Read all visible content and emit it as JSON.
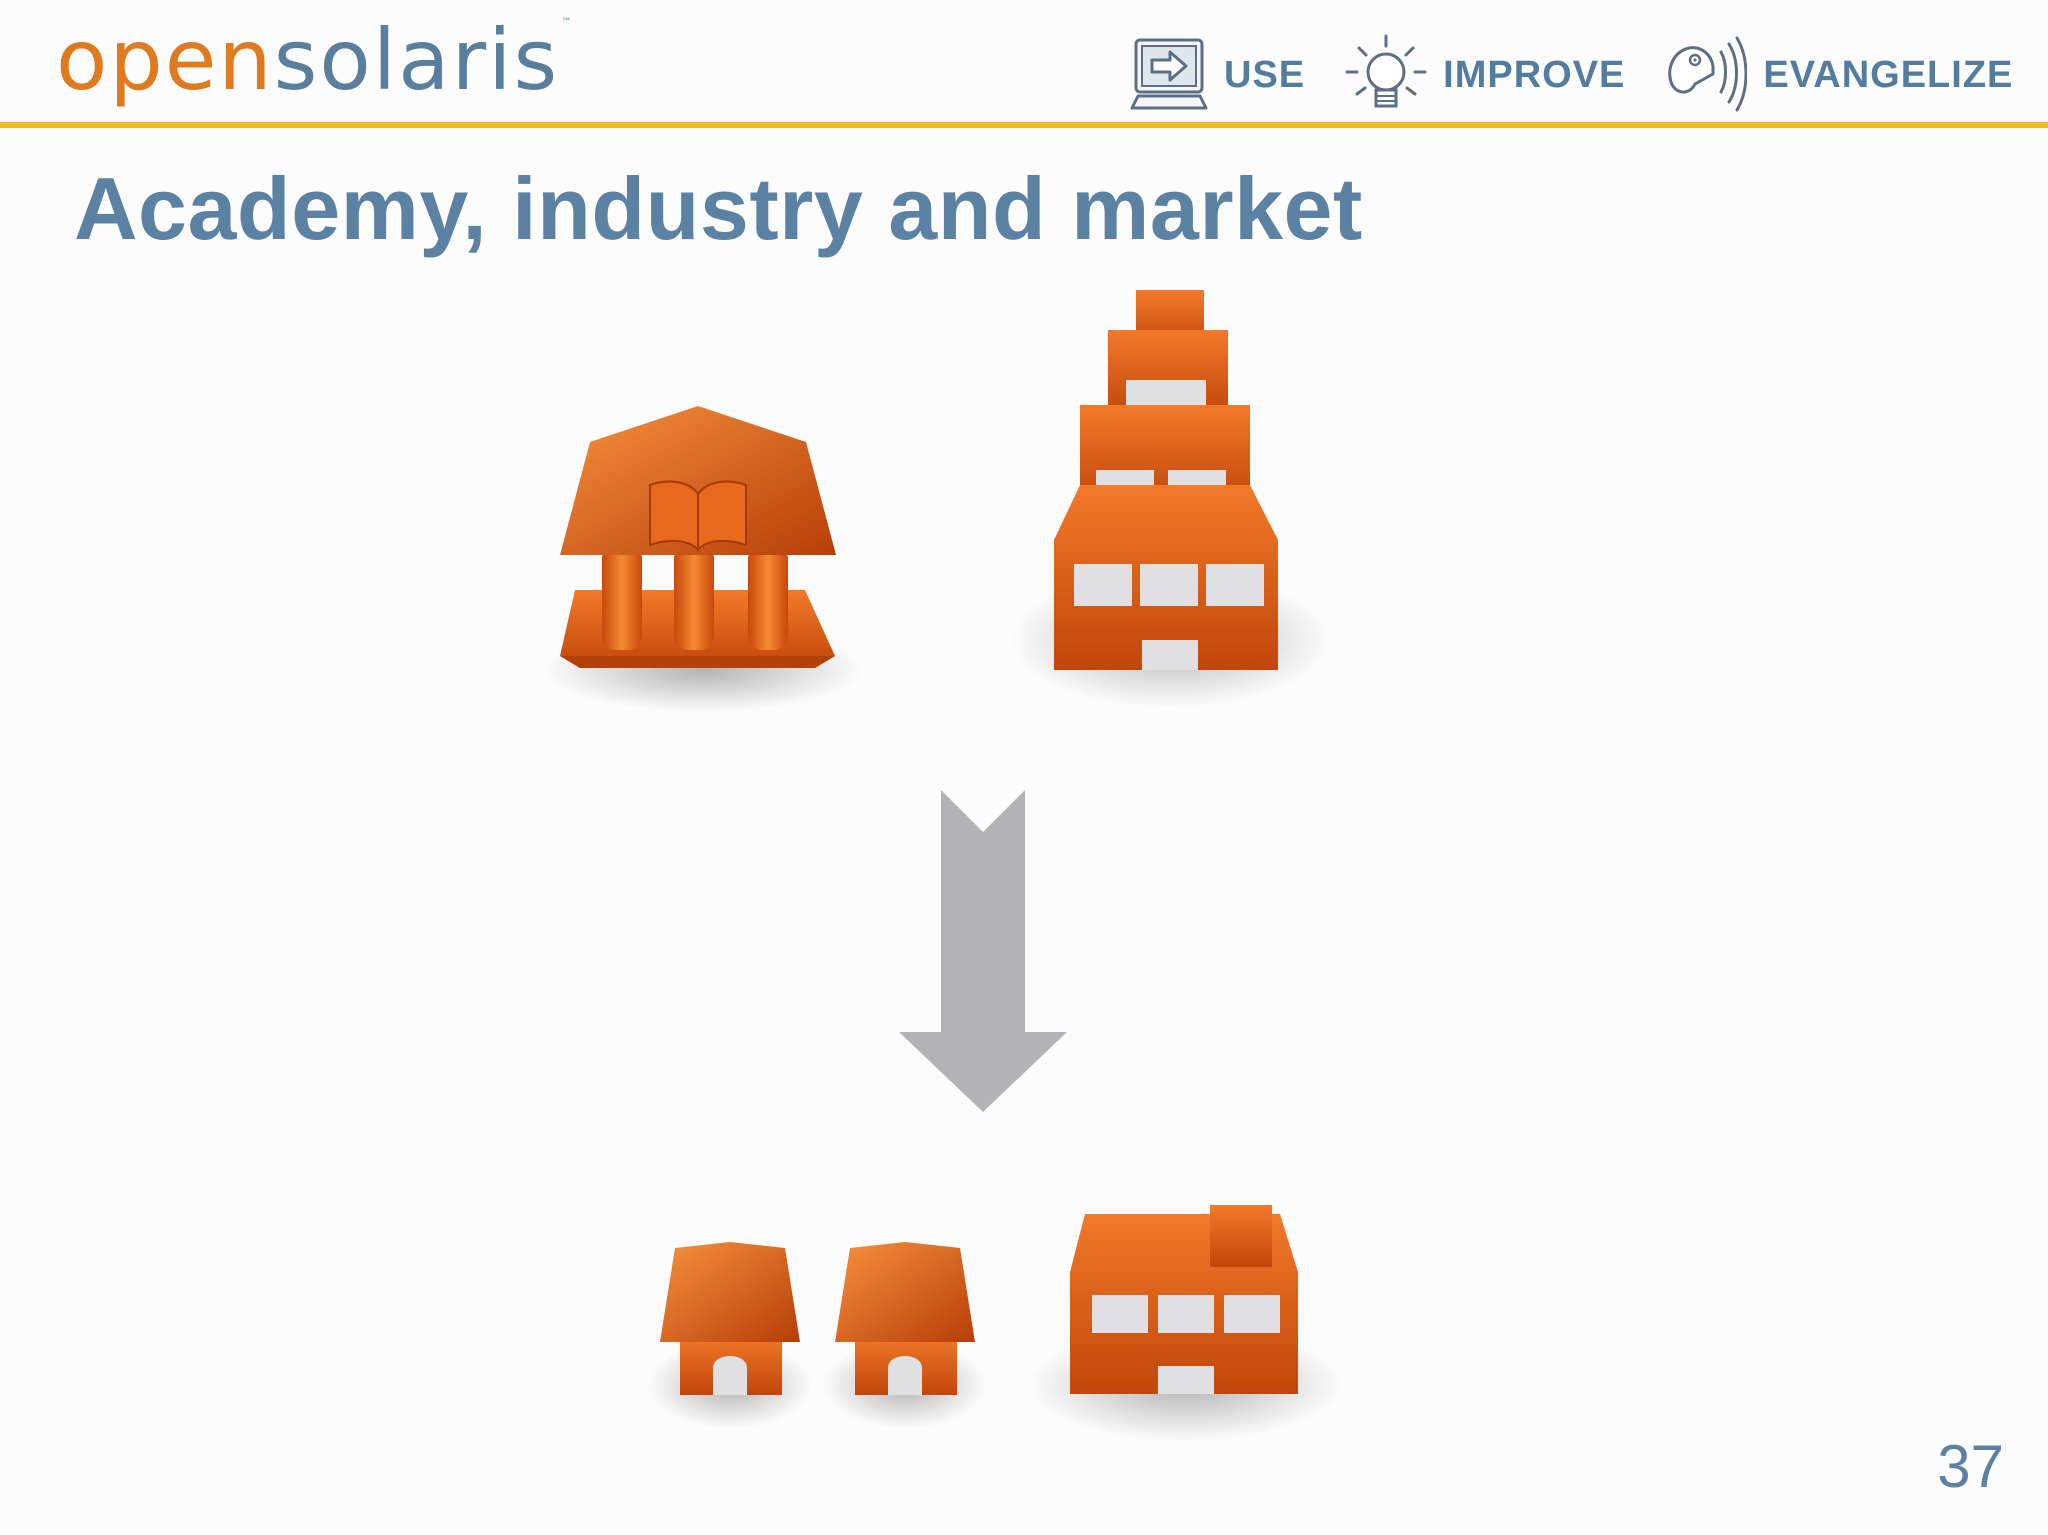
{
  "logo": {
    "open": "open",
    "solaris": "solaris",
    "tm": "™"
  },
  "nav": [
    {
      "label": "USE",
      "icon": "monitor-arrow-icon"
    },
    {
      "label": "IMPROVE",
      "icon": "lightbulb-icon"
    },
    {
      "label": "EVANGELIZE",
      "icon": "speaking-head-icon"
    }
  ],
  "title": "Academy, industry and market",
  "page_number": "37",
  "colors": {
    "accent_rule": "#f2b824",
    "title_blue": "#5c82a3",
    "building_orange": "#d9540e",
    "arrow_gray": "#b3b3b7"
  },
  "illustration": {
    "top_row": [
      "academy-building-icon",
      "industry-tower-icon"
    ],
    "transition": "down-arrow-icon",
    "bottom_row": [
      "small-house-icon",
      "small-house-icon",
      "factory-building-icon"
    ]
  }
}
